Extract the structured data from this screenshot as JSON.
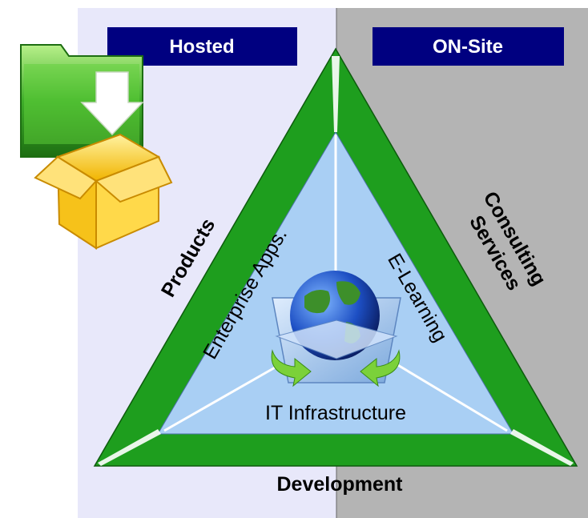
{
  "panels": {
    "left": {
      "label": "Hosted",
      "background": "#e8e8fa"
    },
    "right": {
      "label": "ON-Site",
      "background": "#b4b4b4"
    },
    "header_color": "#000080"
  },
  "triangle": {
    "outer_color": "#1e9e1e",
    "inner_color": "#a9cff4",
    "edges": {
      "left": "Products",
      "right": "Consulting Services",
      "bottom": "Development"
    },
    "inner": {
      "left": "Enterprise Apps.",
      "right": "E-Learning",
      "bottom": "IT Infrastructure"
    }
  },
  "icons": [
    "download-folder-box-icon",
    "globe-box-icon"
  ]
}
